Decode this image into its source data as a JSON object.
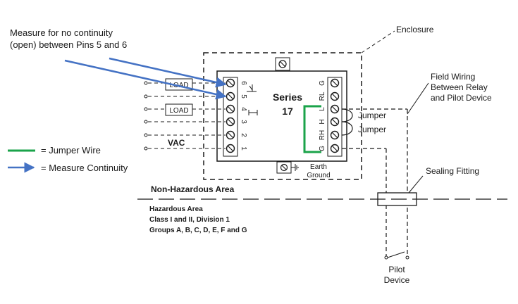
{
  "annotation": {
    "line1": "Measure for no continuity",
    "line2": "(open) between Pins 5 and 6"
  },
  "enclosure_label": "Enclosure",
  "field_wiring": {
    "line1": "Field Wiring",
    "line2": "Between Relay",
    "line3": "and Pilot Device"
  },
  "relay": {
    "title": "Series",
    "model": "17",
    "left_pins": [
      "6",
      "5",
      "4",
      "3",
      "2",
      "1"
    ],
    "right_pins": [
      "G",
      "RL",
      "L",
      "H",
      "RH",
      "G"
    ],
    "load1": "LOAD",
    "load2": "LOAD",
    "vac": "VAC"
  },
  "jumper1": "Jumper",
  "jumper2": "Jumper",
  "earth_ground": {
    "line1": "Earth",
    "line2": "Ground"
  },
  "sealing_fitting": "Sealing Fitting",
  "areas": {
    "non_hazardous": "Non-Hazardous Area",
    "hazardous": "Hazardous Area",
    "class": "Class I and II, Division 1",
    "groups": "Groups A, B, C, D, E, F and G"
  },
  "pilot_device": {
    "line1": "Pilot",
    "line2": "Device"
  },
  "legend": {
    "jumper_wire": "= Jumper Wire",
    "measure_continuity": "= Measure Continuity"
  },
  "colors": {
    "jumper": "#1aa34a",
    "arrow": "#4472c4",
    "line": "#1a1a1a"
  }
}
